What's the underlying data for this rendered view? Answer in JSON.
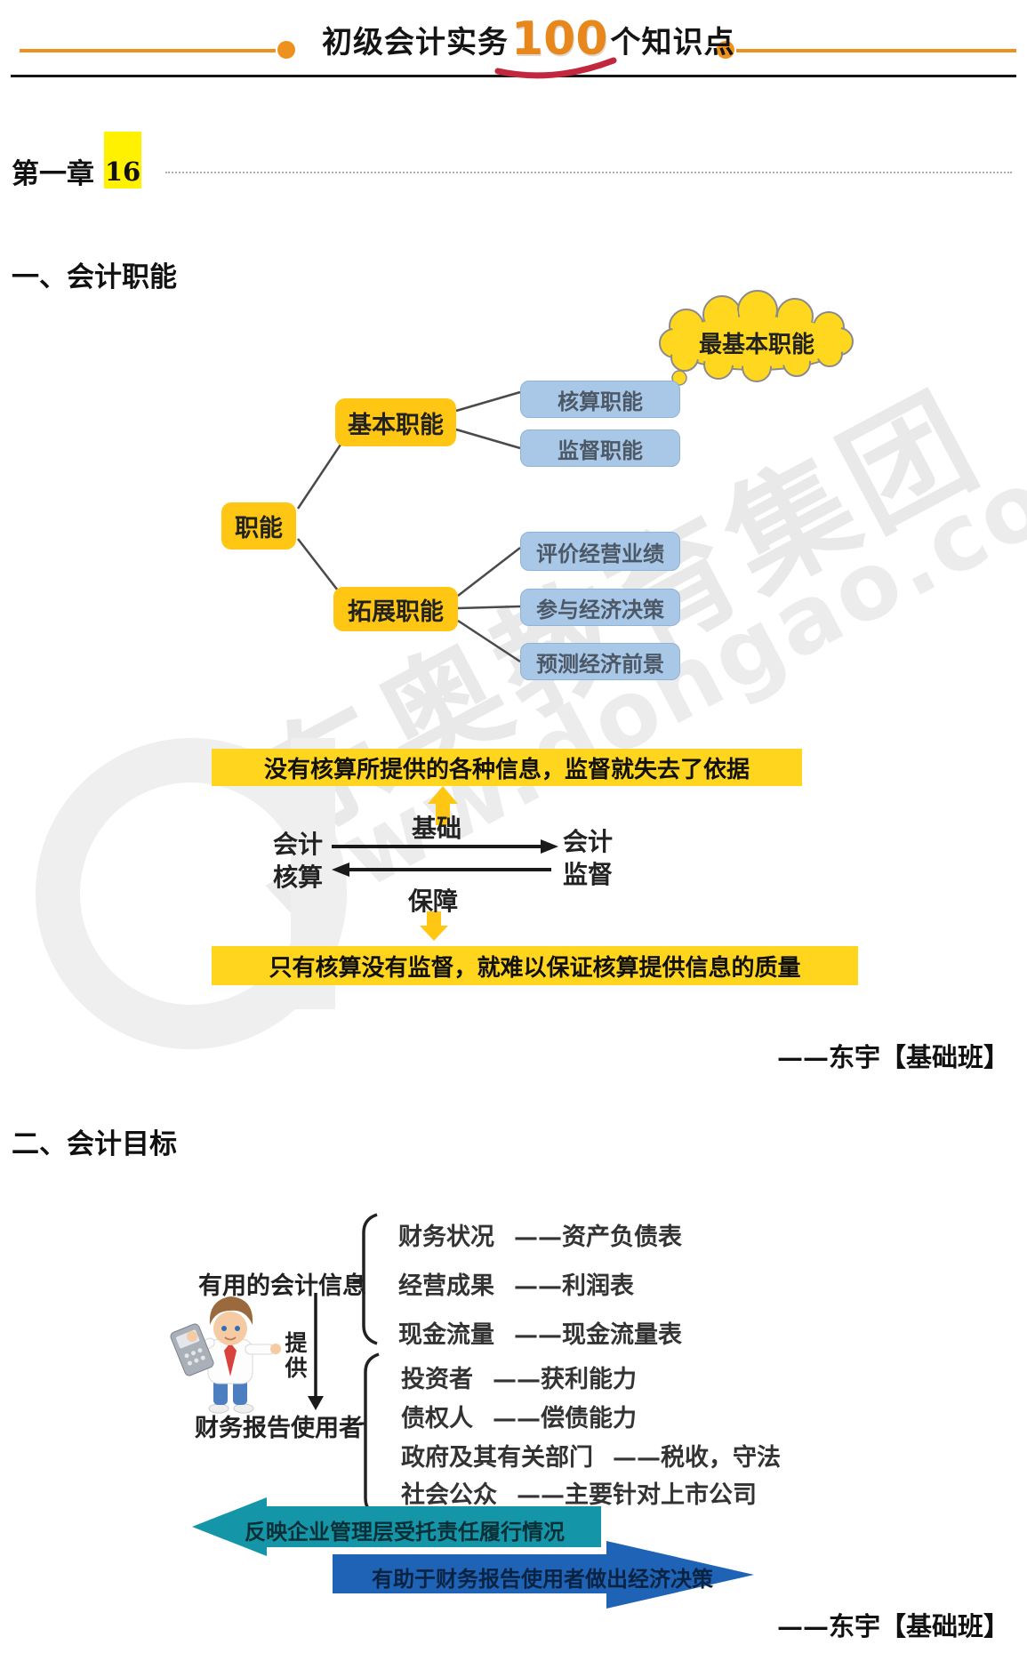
{
  "header": {
    "title_prefix": "初级会计实务",
    "title_number": "100",
    "title_suffix": "个知识点"
  },
  "chapter": {
    "label": "第一章",
    "number": "16"
  },
  "section1": {
    "heading": "一、会计职能",
    "mindmap": {
      "root": "职能",
      "basic": "基本职能",
      "basic_children": [
        "核算职能",
        "监督职能"
      ],
      "cloud_note": "最基本职能",
      "extended": "拓展职能",
      "extended_children": [
        "评价经营业绩",
        "参与经济决策",
        "预测经济前景"
      ]
    },
    "banner_top": "没有核算所提供的各种信息，监督就失去了依据",
    "flow": {
      "left_top": "会计",
      "left_bottom": "核算",
      "right_top": "会计",
      "right_bottom": "监督",
      "forward_label": "基础",
      "backward_label": "保障"
    },
    "banner_bottom": "只有核算没有监督，就难以保证核算提供信息的质量",
    "attribution": "——东宇【基础班】"
  },
  "section2": {
    "heading": "二、会计目标",
    "info_label": "有用的会计信息",
    "info_items": [
      {
        "label": "财务状况",
        "value": "——资产负债表"
      },
      {
        "label": "经营成果",
        "value": "——利润表"
      },
      {
        "label": "现金流量",
        "value": "——现金流量表"
      }
    ],
    "provide_top": "提",
    "provide_bottom": "供",
    "users_label": "财务报告使用者",
    "user_items": [
      {
        "label": "投资者",
        "value": "——获利能力"
      },
      {
        "label": "债权人",
        "value": "——偿债能力"
      },
      {
        "label": "政府及其有关部门",
        "value": "——税收，守法"
      },
      {
        "label": "社会公众",
        "value": "——主要针对上市公司"
      }
    ],
    "arrow_teal_text": "反映企业管理层受托责任履行情况",
    "arrow_blue_text": "有助于财务报告使用者做出经济决策",
    "attribution": "——东宇【基础班】"
  },
  "watermark": {
    "line1": "东奥教育集团",
    "line2": "www.dongao.com"
  },
  "colors": {
    "accent_orange": "#ED921E",
    "number_orange": "#E8881C",
    "swoosh_red": "#C2273E",
    "highlight_yellow": "#FFF100",
    "node_yellow": "#FFC713",
    "banner_yellow": "#FFD51E",
    "node_blue": "#A9C8E8",
    "arrow_teal": "#1596A8",
    "arrow_blue": "#1E63B5"
  }
}
